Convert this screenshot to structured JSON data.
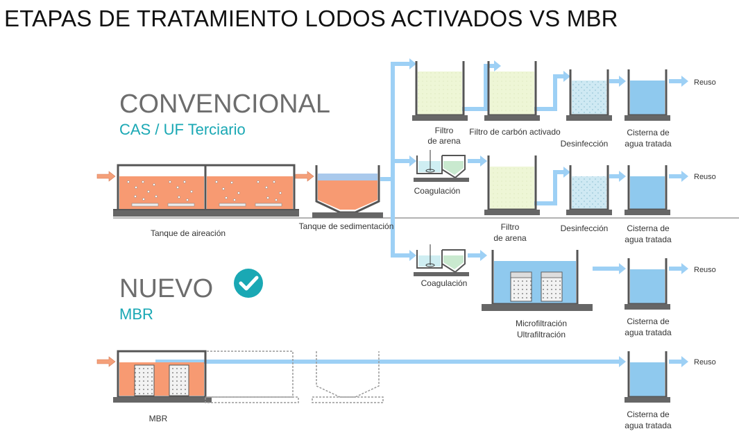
{
  "title": "ETAPAS DE TRATAMIENTO LODOS ACTIVADOS VS MBR",
  "conventional": {
    "heading": "CONVENCIONAL",
    "subheading": "CAS / UF Terciario"
  },
  "new": {
    "heading": "NUEVO",
    "subheading": "MBR"
  },
  "labels": {
    "aeration_tank": "Tanque de aireación",
    "sedimentation_tank": "Tanque de sedimentación",
    "sand_filter_1": [
      "Filtro",
      "de arena"
    ],
    "carbon_filter": "Filtro de carbón activado",
    "disinfection_1": "Desinfección",
    "cistern_1": [
      "Cisterna de",
      "agua tratada"
    ],
    "coagulation_1": "Coagulación",
    "sand_filter_2": [
      "Filtro",
      "de arena"
    ],
    "disinfection_2": "Desinfección",
    "cistern_2": [
      "Cisterna de",
      "agua tratada"
    ],
    "coagulation_2": "Coagulación",
    "micro_ultra": [
      "Microfiltración",
      "Ultrafiltración"
    ],
    "cistern_3": [
      "Cisterna de",
      "agua tratada"
    ],
    "mbr": "MBR",
    "cistern_4": [
      "Cisterna de",
      "agua tratada"
    ]
  },
  "reuse": [
    "Reuso",
    "Reuso",
    "Reuso",
    "Reuso"
  ],
  "colors": {
    "sludge": "#f79a72",
    "water": "#8fc9ee",
    "flow": "#9dd0f5",
    "sand": "#e9f3c9",
    "tank_wall": "#555555",
    "teal": "#1aa8b4",
    "inflow": "#f4a07a"
  }
}
